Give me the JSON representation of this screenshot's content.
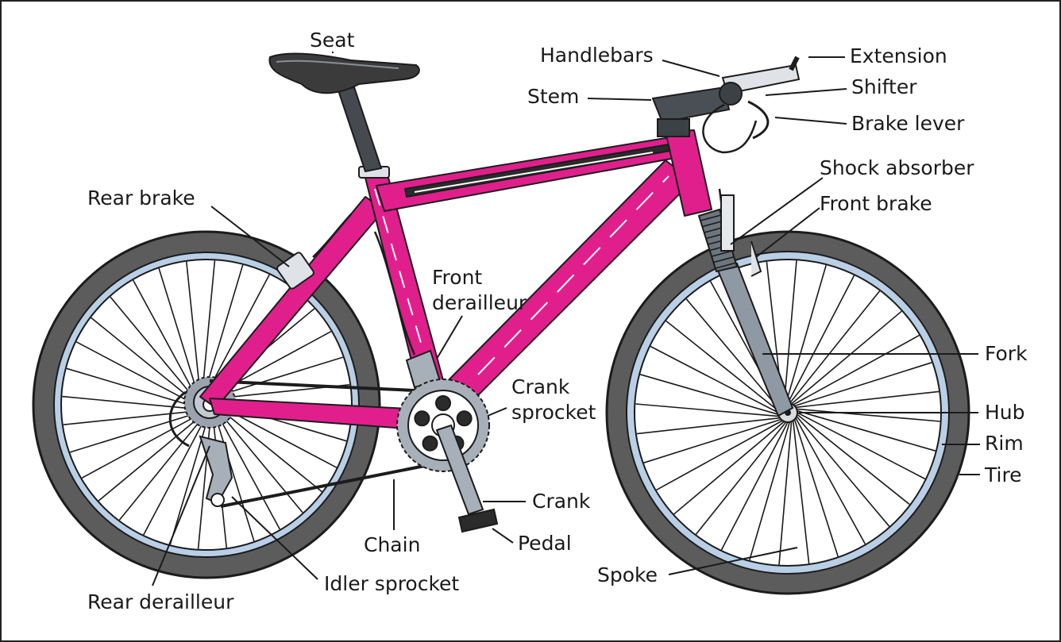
{
  "colors": {
    "frame": "#e01f8c",
    "frame_shadow": "#a4125f",
    "tire": "#5c5c5c",
    "rim": "#b9cfe6",
    "metal": "#8f99a3",
    "dark": "#2b2b2b",
    "leader": "#1a1a1a"
  },
  "labels": {
    "seat": "Seat",
    "handlebars": "Handlebars",
    "extension": "Extension",
    "stem": "Stem",
    "shifter": "Shifter",
    "brake_lever": "Brake lever",
    "shock_absorber": "Shock absorber",
    "front_brake": "Front brake",
    "rear_brake": "Rear brake",
    "front_derailleur": [
      "Front",
      "derailleur"
    ],
    "crank_sprocket": [
      "Crank",
      "sprocket"
    ],
    "fork": "Fork",
    "hub": "Hub",
    "rim": "Rim",
    "tire": "Tire",
    "crank": "Crank",
    "chain": "Chain",
    "pedal": "Pedal",
    "spoke": "Spoke",
    "idler_sprocket": "Idler sprocket",
    "rear_derailleur": "Rear derailleur"
  }
}
